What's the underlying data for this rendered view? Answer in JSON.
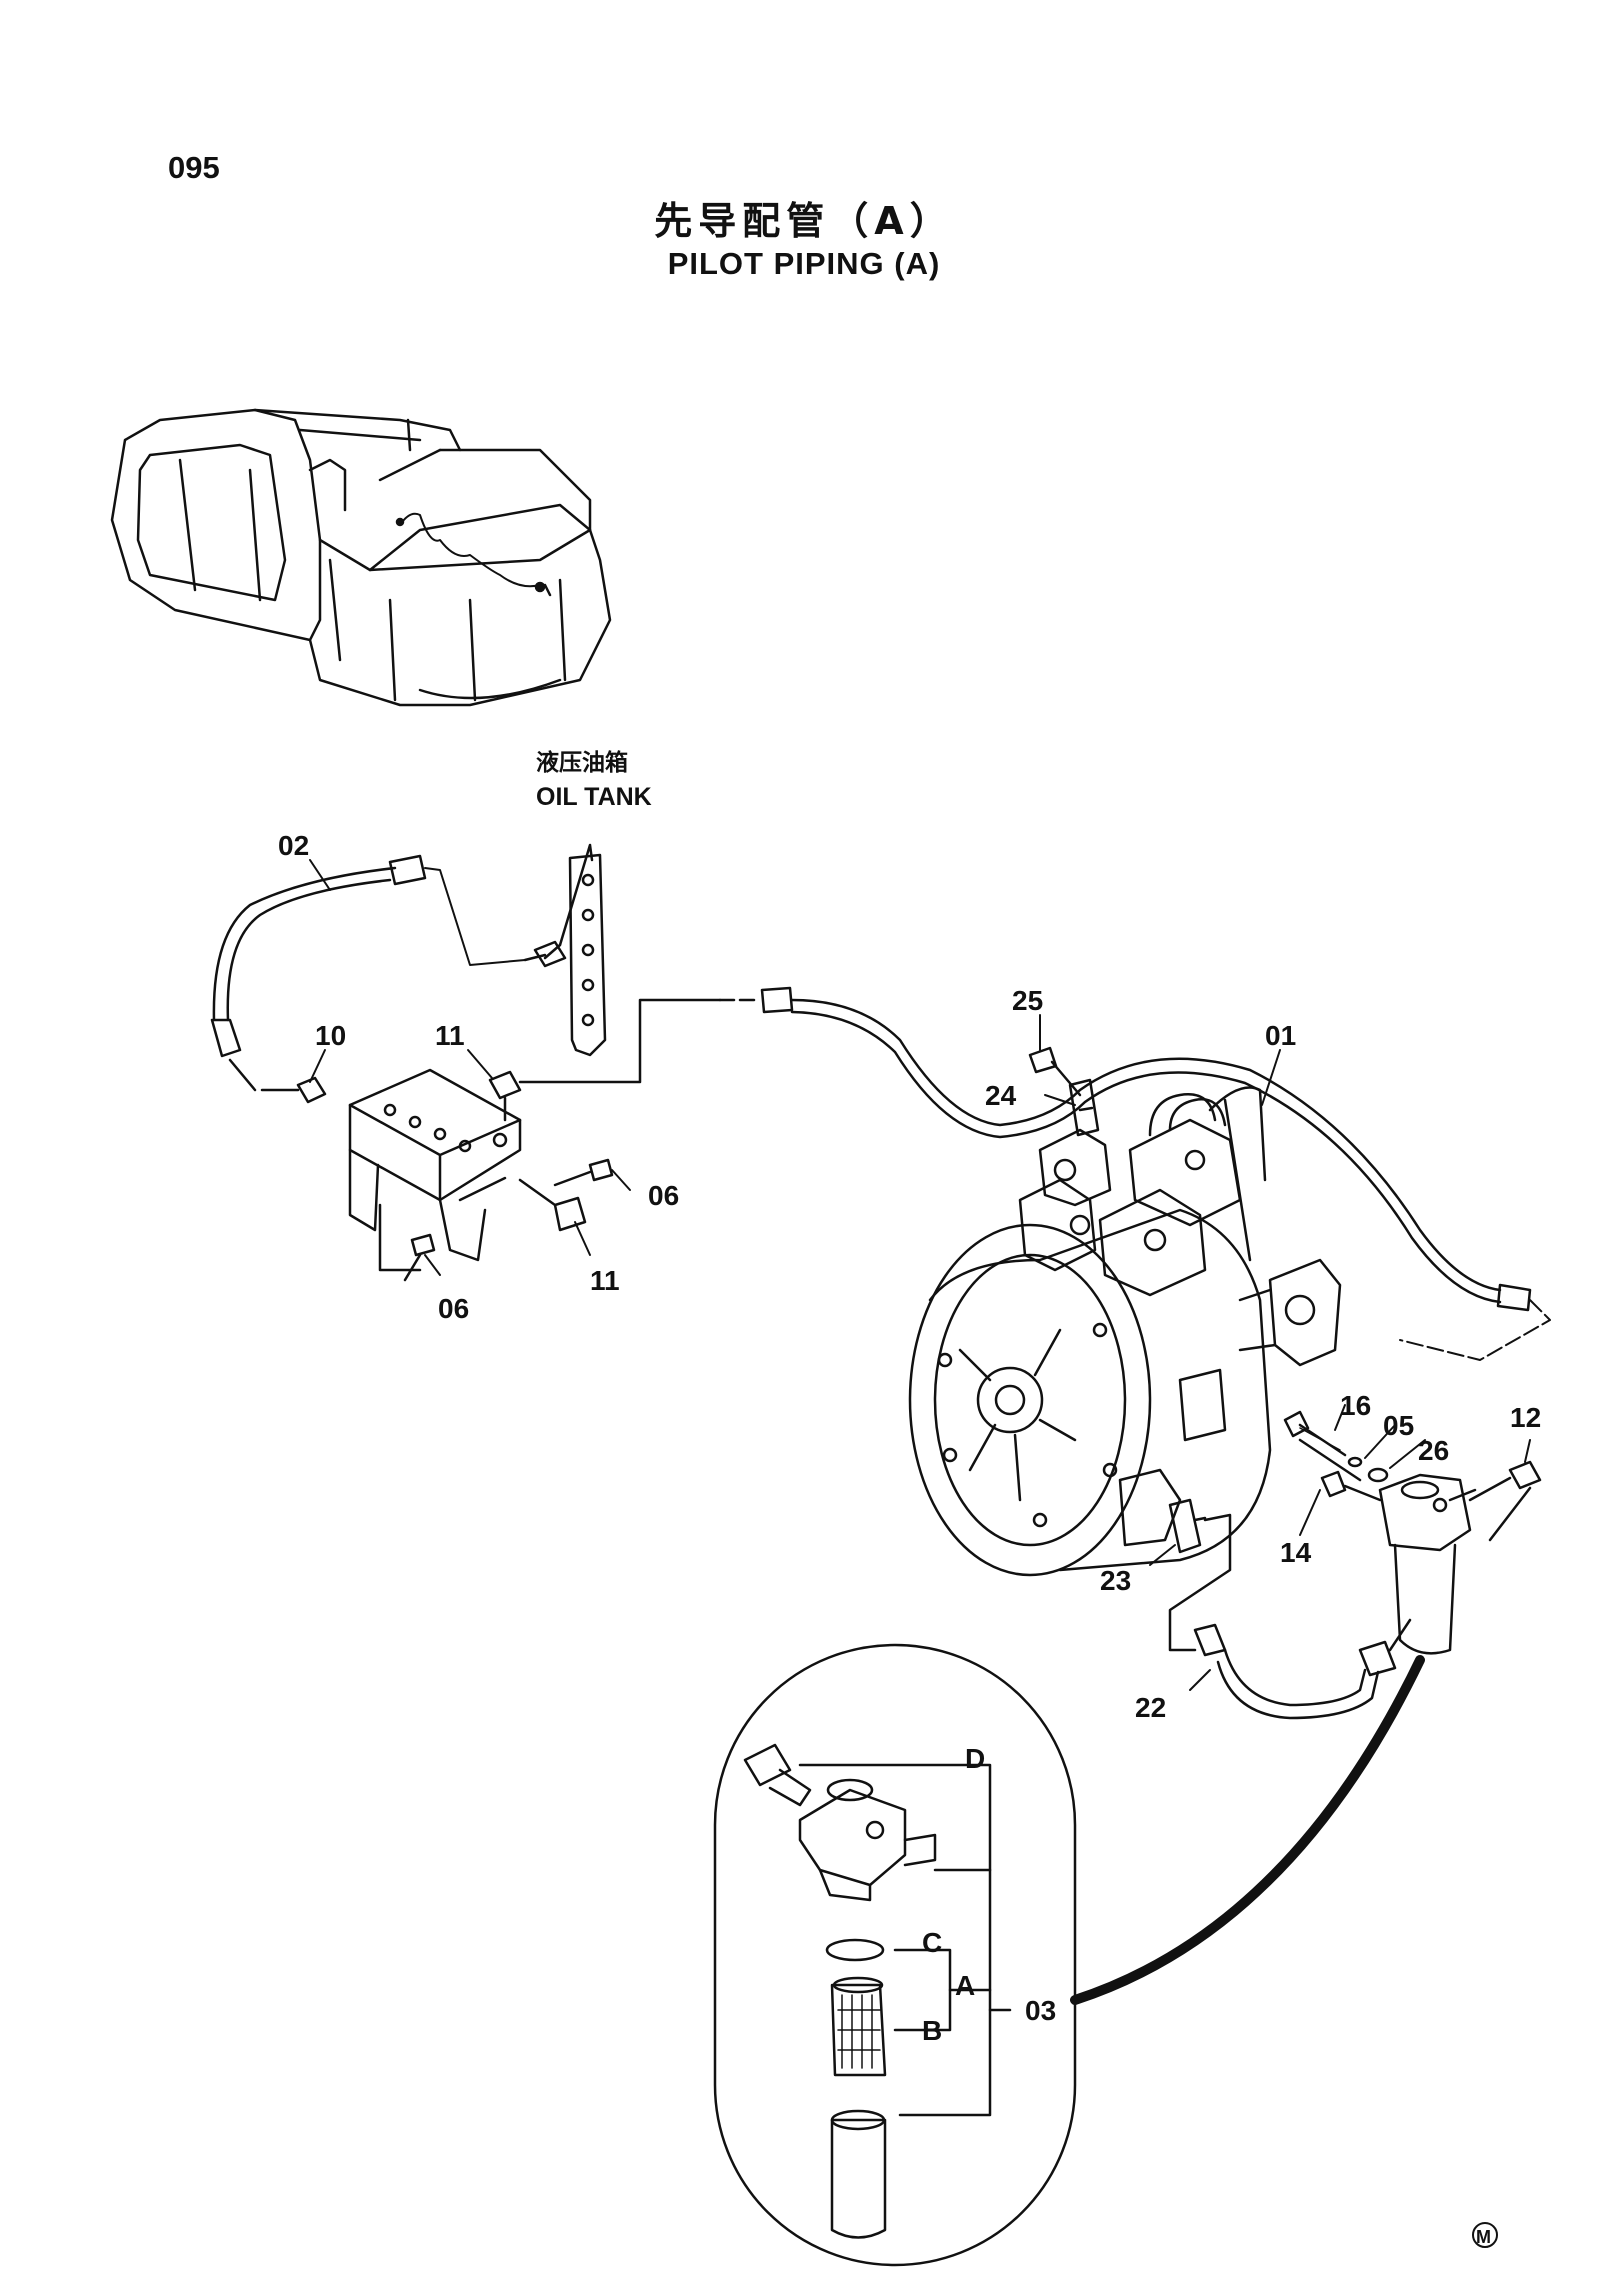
{
  "header": {
    "page_number": "095",
    "title_cn": "先导配管（A）",
    "title_en": "PILOT PIPING (A)"
  },
  "labels": {
    "oil_tank_cn": "液压油箱",
    "oil_tank_en": "OIL TANK",
    "mark": "M"
  },
  "callouts": {
    "c01": "01",
    "c02": "02",
    "c03": "03",
    "c05": "05",
    "c06a": "06",
    "c06b": "06",
    "c10": "10",
    "c11a": "11",
    "c11b": "11",
    "c12": "12",
    "c14": "14",
    "c16": "16",
    "c22": "22",
    "c23": "23",
    "c24": "24",
    "c25": "25",
    "c26": "26"
  },
  "sub_parts": {
    "A": "A",
    "B": "B",
    "C": "C",
    "D": "D"
  }
}
